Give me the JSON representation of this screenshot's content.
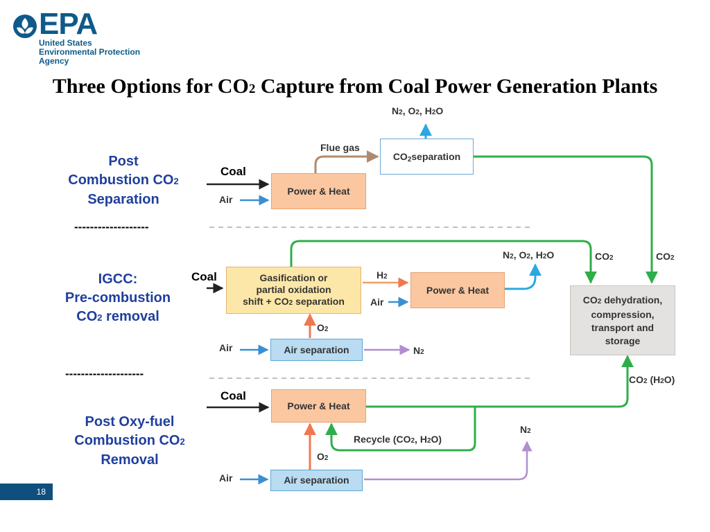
{
  "logo": {
    "word": "EPA",
    "line1": "United States",
    "line2": "Environmental Protection",
    "line3": "Agency"
  },
  "title": {
    "before": "Three Options for CO",
    "sub": "2",
    "after": " Capture from Coal Power Generation Plants"
  },
  "sections": {
    "post": {
      "l1": "Post",
      "l2a": "Combustion CO",
      "l2sub": "2",
      "l3": "Separation"
    },
    "igcc": {
      "l1": "IGCC:",
      "l2": "Pre-combustion",
      "l3a": "CO",
      "l3sub": "2",
      "l3b": " removal"
    },
    "oxy": {
      "l1": "Post Oxy-fuel",
      "l2a": "Combustion CO",
      "l2sub": "2",
      "l3": "Removal"
    },
    "dash1": "-------------------",
    "dash2": "--------------------"
  },
  "boxes": {
    "co2_sep": {
      "a": "CO",
      "sub": "2",
      "b": " separation"
    },
    "power_heat_1": "Power & Heat",
    "gasification": {
      "l1": "Gasification or",
      "l2": "partial oxidation",
      "l3a": "shift + CO",
      "l3sub": "2",
      "l3b": " separation"
    },
    "power_heat_2": "Power & Heat",
    "air_sep_1": "Air separation",
    "co2_dehyd": {
      "l1a": "CO",
      "l1sub": "2",
      "l1b": " dehydration,",
      "l2": "compression,",
      "l3": "transport and",
      "l4": "storage"
    },
    "power_heat_3": "Power & Heat",
    "air_sep_2": "Air separation"
  },
  "labels": {
    "n2o2h2o_top": {
      "a": "N",
      "s1": "2",
      "b": ", O",
      "s2": "2",
      "c": ", H",
      "s3": "2",
      "d": "O"
    },
    "flue_gas": "Flue gas",
    "coal1": "Coal",
    "air1": "Air",
    "n2o2h2o_mid": {
      "a": "N",
      "s1": "2",
      "b": ", O",
      "s2": "2",
      "c": ", H",
      "s3": "2",
      "d": "O"
    },
    "co2_a": {
      "a": "CO",
      "s": "2"
    },
    "co2_b": {
      "a": "CO",
      "s": "2"
    },
    "coal2": "Coal",
    "h2": {
      "a": "H",
      "s": "2"
    },
    "air2": "Air",
    "o2_1": {
      "a": "O",
      "s": "2"
    },
    "air3": "Air",
    "n2_1": {
      "a": "N",
      "s": "2"
    },
    "co2_h2o": {
      "a": "CO",
      "s1": "2",
      "b": " (H",
      "s2": "2",
      "c": "O)"
    },
    "coal3": "Coal",
    "recycle": {
      "a": "Recycle (CO",
      "s1": "2",
      "b": ", H",
      "s2": "2",
      "c": "O)"
    },
    "n2_2": {
      "a": "N",
      "s": "2"
    },
    "o2_2": {
      "a": "O",
      "s": "2"
    },
    "air4": "Air"
  },
  "page_number": "18",
  "colors": {
    "epa_blue": "#0e5a8a",
    "section_blue": "#1f3f9e",
    "green_line": "#2eae4a",
    "blue_arrow": "#3a8fd0",
    "light_blue_arrow": "#2aa8e0",
    "brown_line": "#b08a70",
    "orange_arrow": "#f07850",
    "purple_line": "#b08ed0"
  }
}
